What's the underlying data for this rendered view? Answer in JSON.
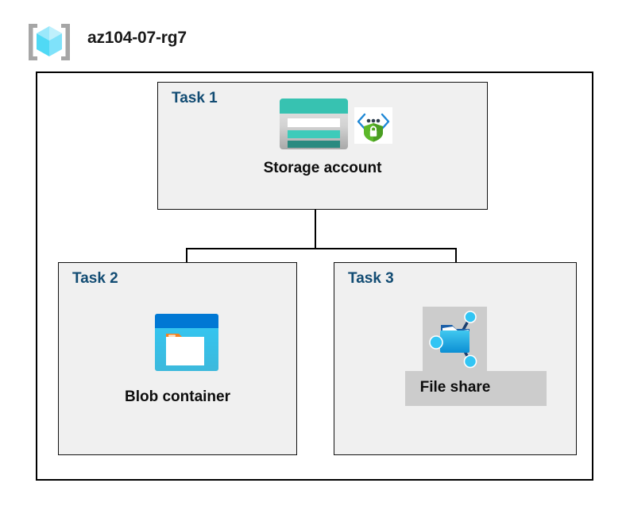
{
  "header": {
    "title": "az104-07-rg7",
    "icon_name": "resource-group-icon"
  },
  "diagram": {
    "type": "azure-architecture-diagram",
    "container_name": "resource-group-boundary",
    "colors": {
      "task_label": "#124C73",
      "task_box_fill": "#F0F0F0",
      "box_border": "#000000",
      "connector": "#000000",
      "highlight": "#CCCCCC",
      "storage_teal": "#37C2B1",
      "storage_teal_dark": "#2A8C84",
      "blob_blue": "#0078D4",
      "blob_cyan": "#32C5F4",
      "blob_orange": "#F58220",
      "fileshare_blue": "#2FB5E8",
      "fileshare_node": "#32C5F4",
      "shield_green": "#5CB82A",
      "bracket_blue": "#0078D4",
      "rg_cube_cyan": "#8FE4FA"
    },
    "tasks": [
      {
        "id": "task1",
        "label": "Task 1",
        "node_label": "Storage account",
        "icons": [
          "storage-account-icon",
          "security-shield-icon"
        ],
        "highlighted": false
      },
      {
        "id": "task2",
        "label": "Task 2",
        "node_label": "Blob container",
        "icons": [
          "blob-container-icon"
        ],
        "highlighted": false
      },
      {
        "id": "task3",
        "label": "Task 3",
        "node_label": "File share",
        "icons": [
          "file-share-icon"
        ],
        "highlighted": true
      }
    ],
    "connections": [
      {
        "from": "Storage account",
        "to": "Blob container"
      },
      {
        "from": "Storage account",
        "to": "File share"
      }
    ]
  }
}
